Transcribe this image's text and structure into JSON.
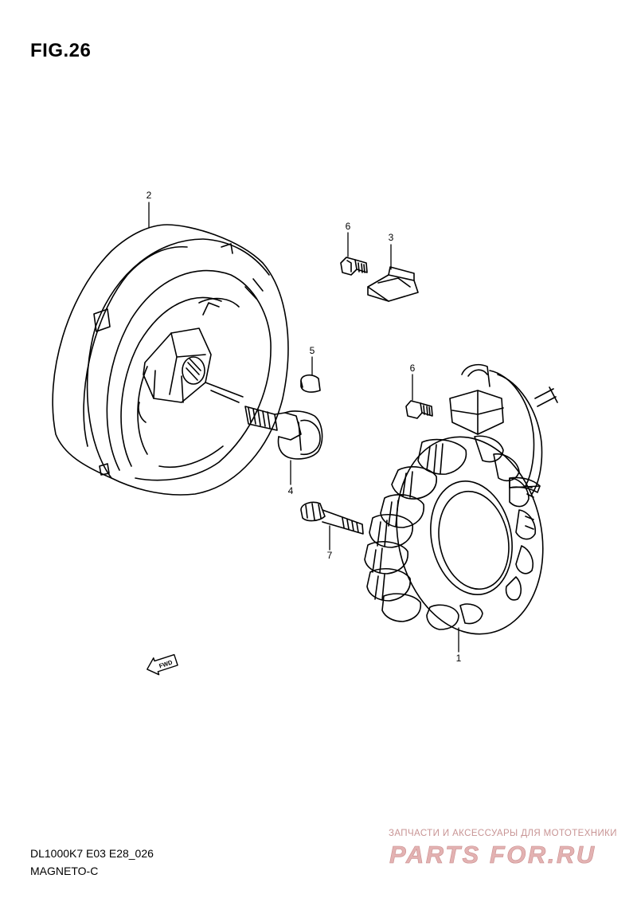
{
  "figure": {
    "title": "FIG.26"
  },
  "callouts": [
    {
      "number": "1"
    },
    {
      "number": "2"
    },
    {
      "number": "3"
    },
    {
      "number": "4"
    },
    {
      "number": "5"
    },
    {
      "number": "6"
    },
    {
      "number": "6"
    },
    {
      "number": "7"
    }
  ],
  "fwd_arrow": {
    "label": "FWD"
  },
  "footer": {
    "code": "DL1000K7 E03 E28_026",
    "name": "MAGNETO-C"
  },
  "watermark": {
    "tagline": "ЗАПЧАСТИ И АКСЕССУАРЫ ДЛЯ МОТОТЕХНИКИ",
    "logo": "PARTS FOR.RU",
    "color": "#d9a3a3"
  }
}
